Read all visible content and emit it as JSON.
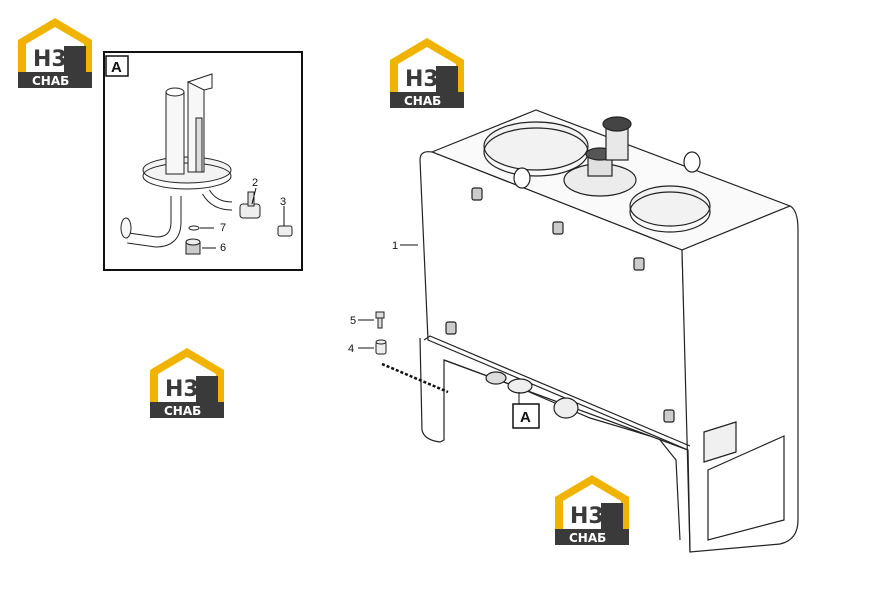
{
  "logo": {
    "letters": "H3",
    "caption": "СНАБ",
    "accent": "#f0b400",
    "dark": "#3a3a3a"
  },
  "detail": {
    "label": "A"
  },
  "detail_callouts": [
    "2",
    "3",
    "7",
    "6"
  ],
  "main_callouts": [
    "1",
    "5",
    "4"
  ],
  "section_marker": {
    "label": "A"
  }
}
